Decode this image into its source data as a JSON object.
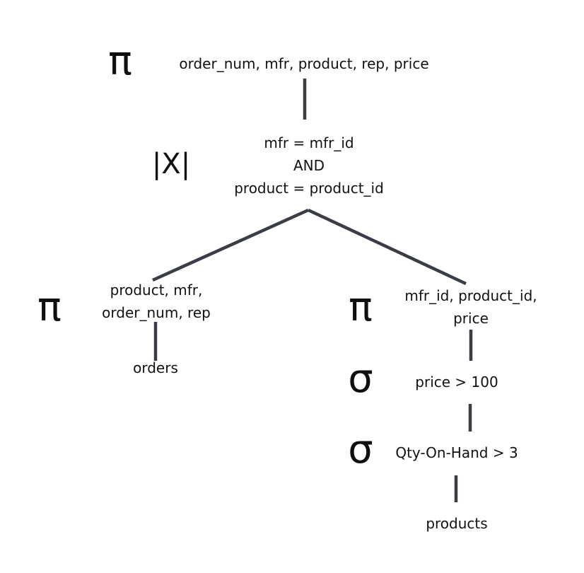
{
  "symbols": {
    "project": "π",
    "select": "σ",
    "join": "|X|"
  },
  "nodes": {
    "root_projection": "order_num, mfr, product, rep, price",
    "join_condition": [
      "mfr = mfr_id",
      "AND",
      "product = product_id"
    ],
    "left_projection": [
      "product, mfr,",
      "order_num, rep"
    ],
    "left_relation": "orders",
    "right_projection": [
      "mfr_id, product_id,",
      "price"
    ],
    "right_select_price": "price > 100",
    "right_select_qty": "Qty-On-Hand > 3",
    "right_relation": "products"
  },
  "colors": {
    "edge": "#3a3d45",
    "text": "#111111"
  }
}
